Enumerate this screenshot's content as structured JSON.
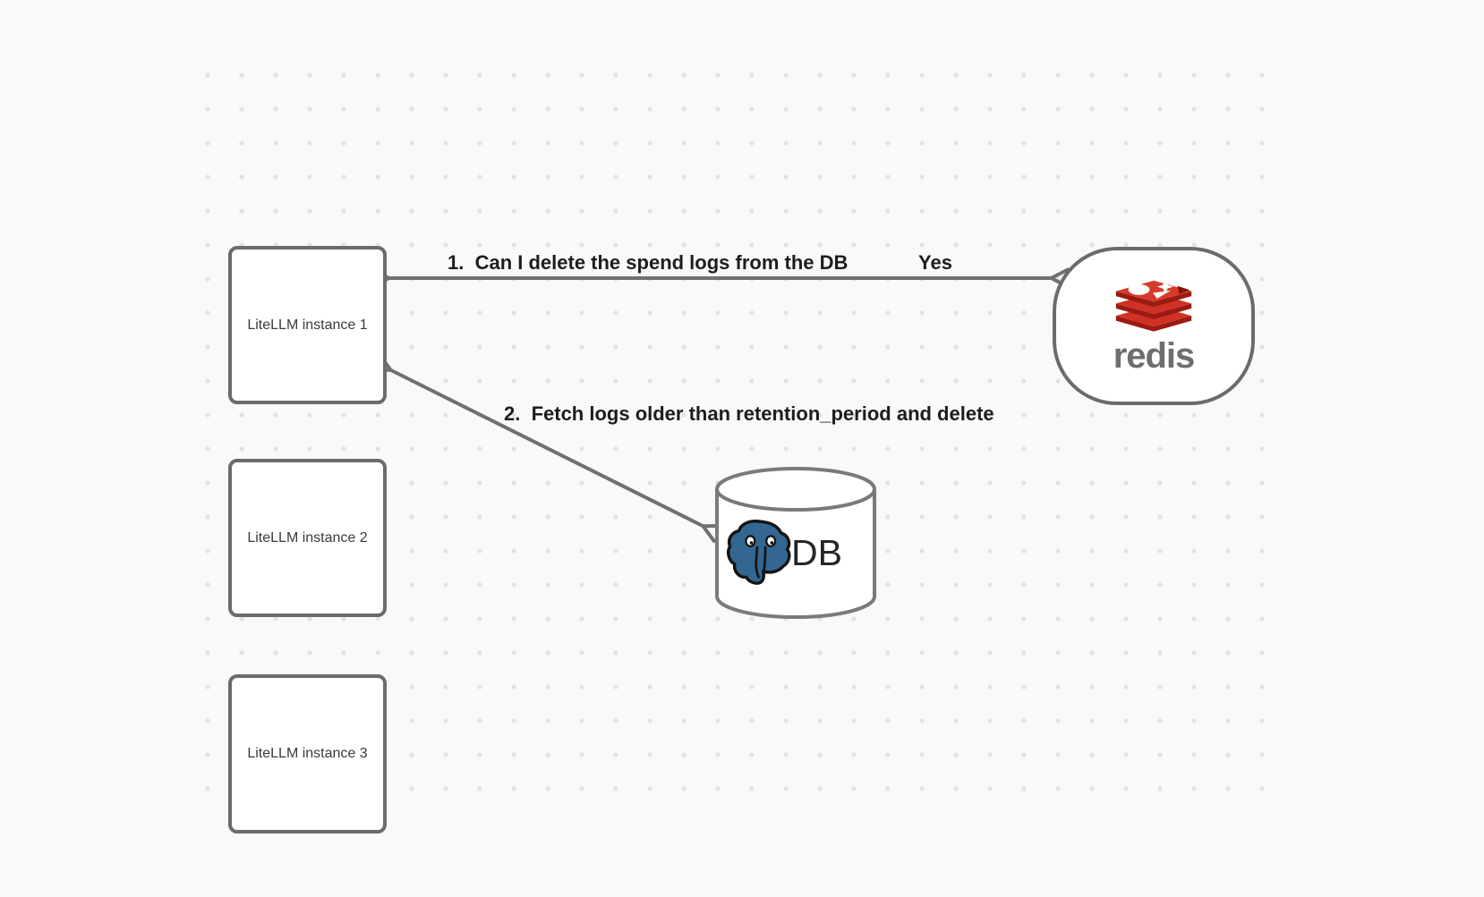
{
  "diagram": {
    "nodes": [
      {
        "id": "instance1",
        "label": "LiteLLM instance 1"
      },
      {
        "id": "instance2",
        "label": "LiteLLM instance 2"
      },
      {
        "id": "instance3",
        "label": "LiteLLM instance 3"
      }
    ],
    "redis": {
      "wordmark": "redis",
      "icon": "redis-stack-logo"
    },
    "db": {
      "label": "DB",
      "icon": "postgresql-elephant-logo"
    },
    "edges": [
      {
        "id": "edge1",
        "label": "1.  Can I delete the spend logs from the DB",
        "response": "Yes",
        "from": "LiteLLM instance 1",
        "to": "redis",
        "style": "double-headed-arrow"
      },
      {
        "id": "edge2",
        "label": "2.  Fetch logs older than retention_period and delete",
        "from": "LiteLLM instance 1",
        "to": "DB",
        "style": "double-headed-arrow"
      }
    ]
  },
  "colors": {
    "background": "#f9f9f9",
    "dot": "#e3e3e3",
    "stroke_gray": "#707070",
    "node_fill": "#ffffff",
    "edge_label_text": "#1d1d1f",
    "node_label_text": "#3a3a3a",
    "redis_red": "#cf3124",
    "redis_dark_red": "#991b12",
    "redis_wordmark_gray": "#6d6e71",
    "postgres_blue": "#336791",
    "db_text": "#262626"
  }
}
